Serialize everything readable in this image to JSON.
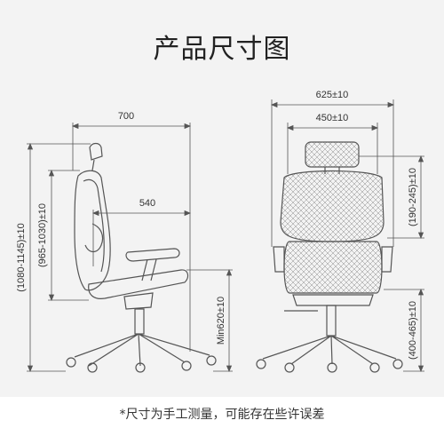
{
  "title": "产品尺寸图",
  "footnote": "*尺寸为手工测量，可能存在些许误差",
  "colors": {
    "panel": "#f3f3f3",
    "line": "#555555",
    "text": "#333333"
  },
  "side_view": {
    "depth": "700",
    "seat_depth": "540",
    "total_height": "(1080-1145)±10",
    "back_height": "(965-1030)±10",
    "min_seat_height": "Min620±10"
  },
  "front_view": {
    "overall_width": "625±10",
    "back_width": "450±10",
    "headrest_range": "(190-245)±10",
    "seat_height_range": "(400-465)±10"
  }
}
